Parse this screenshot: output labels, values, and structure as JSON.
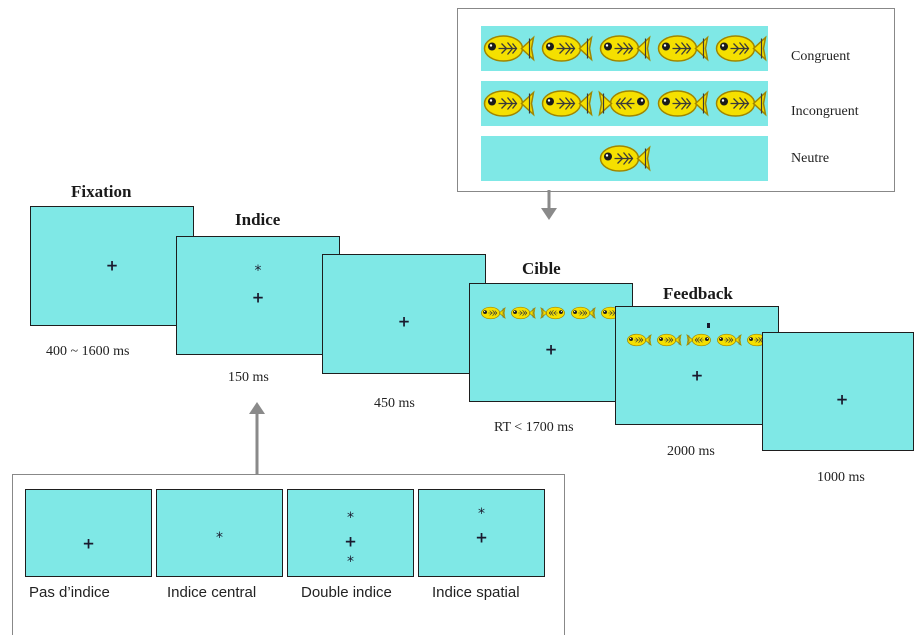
{
  "conditions": {
    "congruent": "Congruent",
    "incongruent": "Incongruent",
    "neutral": "Neutre"
  },
  "steps": {
    "fixation": {
      "title": "Fixation",
      "time": "400 ~ 1600 ms"
    },
    "indice": {
      "title": "Indice",
      "time": "150 ms"
    },
    "blank": {
      "time": "450 ms"
    },
    "cible": {
      "title": "Cible",
      "time": "RT < 1700 ms"
    },
    "feedback": {
      "title": "Feedback",
      "time": "2000 ms"
    },
    "final": {
      "time": "1000 ms"
    }
  },
  "cues": {
    "none": "Pas d’indice",
    "central": "Indice central",
    "double": "Double indice",
    "spatial": "Indice spatial"
  },
  "symbols": {
    "fixation": "+",
    "cue": "*"
  },
  "colors": {
    "screen": "#7fe8e6",
    "fish": "#f5e000",
    "fish_outline": "#a08600",
    "border": "#1e1e1e"
  }
}
